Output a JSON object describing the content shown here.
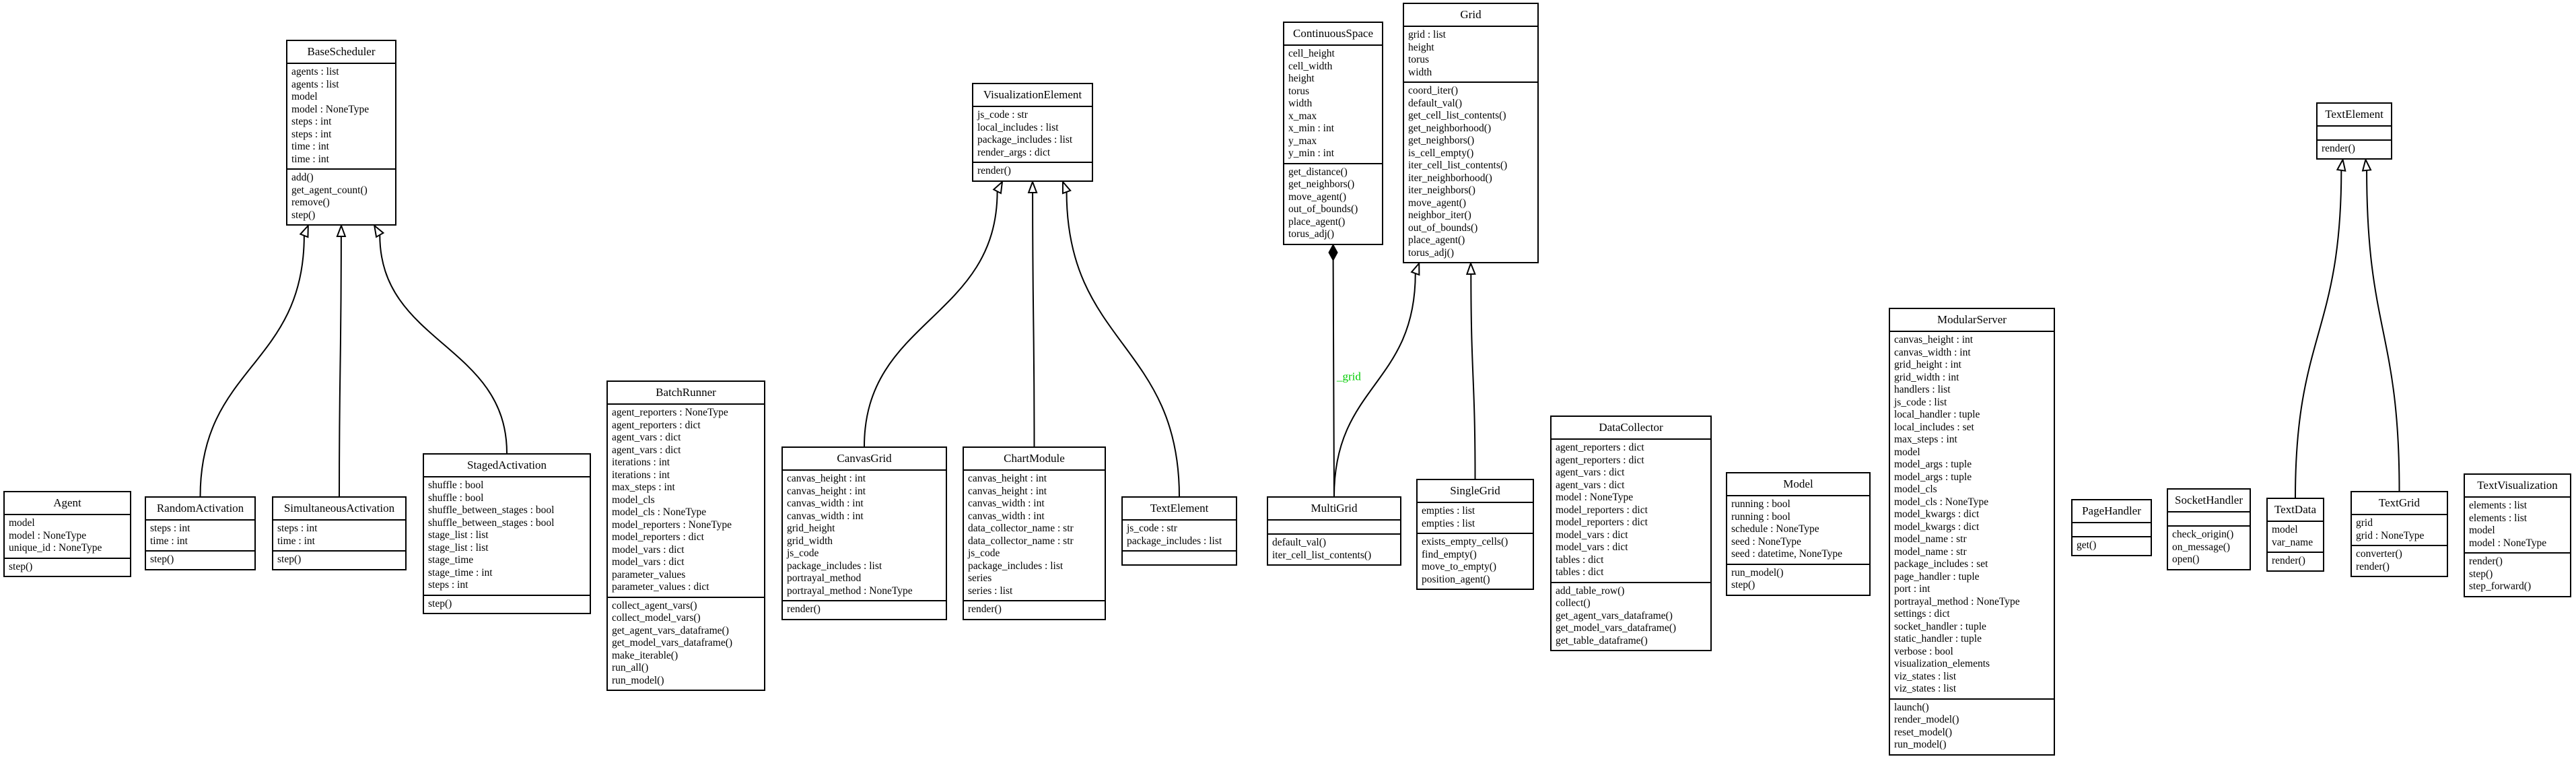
{
  "classes": [
    {
      "id": "BaseScheduler",
      "name": "BaseScheduler",
      "attributes": [
        "agents : list",
        "agents : list",
        "model",
        "model : NoneType",
        "steps : int",
        "steps : int",
        "time : int",
        "time : int"
      ],
      "methods": [
        "add()",
        "get_agent_count()",
        "remove()",
        "step()"
      ]
    },
    {
      "id": "Agent",
      "name": "Agent",
      "attributes": [
        "model",
        "model : NoneType",
        "unique_id : NoneType"
      ],
      "methods": [
        "step()"
      ]
    },
    {
      "id": "RandomActivation",
      "name": "RandomActivation",
      "attributes": [
        "steps : int",
        "time : int"
      ],
      "methods": [
        "step()"
      ]
    },
    {
      "id": "SimultaneousActivation",
      "name": "SimultaneousActivation",
      "attributes": [
        "steps : int",
        "time : int"
      ],
      "methods": [
        "step()"
      ]
    },
    {
      "id": "StagedActivation",
      "name": "StagedActivation",
      "attributes": [
        "shuffle : bool",
        "shuffle : bool",
        "shuffle_between_stages : bool",
        "shuffle_between_stages : bool",
        "stage_list : list",
        "stage_list : list",
        "stage_time",
        "stage_time : int",
        "steps : int"
      ],
      "methods": [
        "step()"
      ]
    },
    {
      "id": "BatchRunner",
      "name": "BatchRunner",
      "attributes": [
        "agent_reporters : NoneType",
        "agent_reporters : dict",
        "agent_vars : dict",
        "agent_vars : dict",
        "iterations : int",
        "iterations : int",
        "max_steps : int",
        "model_cls",
        "model_cls : NoneType",
        "model_reporters : NoneType",
        "model_reporters : dict",
        "model_vars : dict",
        "model_vars : dict",
        "parameter_values",
        "parameter_values : dict"
      ],
      "methods": [
        "collect_agent_vars()",
        "collect_model_vars()",
        "get_agent_vars_dataframe()",
        "get_model_vars_dataframe()",
        "make_iterable()",
        "run_all()",
        "run_model()"
      ]
    },
    {
      "id": "VisualizationElement",
      "name": "VisualizationElement",
      "attributes": [
        "js_code : str",
        "local_includes : list",
        "package_includes : list",
        "render_args : dict"
      ],
      "methods": [
        "render()"
      ]
    },
    {
      "id": "CanvasGrid",
      "name": "CanvasGrid",
      "attributes": [
        "canvas_height : int",
        "canvas_height : int",
        "canvas_width : int",
        "canvas_width : int",
        "grid_height",
        "grid_width",
        "js_code",
        "package_includes : list",
        "portrayal_method",
        "portrayal_method : NoneType"
      ],
      "methods": [
        "render()"
      ]
    },
    {
      "id": "ChartModule",
      "name": "ChartModule",
      "attributes": [
        "canvas_height : int",
        "canvas_height : int",
        "canvas_width : int",
        "canvas_width : int",
        "data_collector_name : str",
        "data_collector_name : str",
        "js_code",
        "package_includes : list",
        "series",
        "series : list"
      ],
      "methods": [
        "render()"
      ]
    },
    {
      "id": "TextElementViz",
      "name": "TextElement",
      "attributes": [
        "js_code : str",
        "package_includes : list"
      ],
      "methods": []
    },
    {
      "id": "ContinuousSpace",
      "name": "ContinuousSpace",
      "attributes": [
        "cell_height",
        "cell_width",
        "height",
        "torus",
        "width",
        "x_max",
        "x_min : int",
        "y_max",
        "y_min : int"
      ],
      "methods": [
        "get_distance()",
        "get_neighbors()",
        "move_agent()",
        "out_of_bounds()",
        "place_agent()",
        "torus_adj()"
      ]
    },
    {
      "id": "Grid",
      "name": "Grid",
      "attributes": [
        "grid : list",
        "height",
        "torus",
        "width"
      ],
      "methods": [
        "coord_iter()",
        "default_val()",
        "get_cell_list_contents()",
        "get_neighborhood()",
        "get_neighbors()",
        "is_cell_empty()",
        "iter_cell_list_contents()",
        "iter_neighborhood()",
        "iter_neighbors()",
        "move_agent()",
        "neighbor_iter()",
        "out_of_bounds()",
        "place_agent()",
        "torus_adj()"
      ]
    },
    {
      "id": "MultiGrid",
      "name": "MultiGrid",
      "attributes": [],
      "methods": [
        "default_val()",
        "iter_cell_list_contents()"
      ]
    },
    {
      "id": "SingleGrid",
      "name": "SingleGrid",
      "attributes": [
        "empties : list",
        "empties : list"
      ],
      "methods": [
        "exists_empty_cells()",
        "find_empty()",
        "move_to_empty()",
        "position_agent()"
      ]
    },
    {
      "id": "DataCollector",
      "name": "DataCollector",
      "attributes": [
        "agent_reporters : dict",
        "agent_reporters : dict",
        "agent_vars : dict",
        "agent_vars : dict",
        "model : NoneType",
        "model_reporters : dict",
        "model_reporters : dict",
        "model_vars : dict",
        "model_vars : dict",
        "tables : dict",
        "tables : dict"
      ],
      "methods": [
        "add_table_row()",
        "collect()",
        "get_agent_vars_dataframe()",
        "get_model_vars_dataframe()",
        "get_table_dataframe()"
      ]
    },
    {
      "id": "Model",
      "name": "Model",
      "attributes": [
        "running : bool",
        "running : bool",
        "schedule : NoneType",
        "seed : NoneType",
        "seed : datetime, NoneType"
      ],
      "methods": [
        "run_model()",
        "step()"
      ]
    },
    {
      "id": "ModularServer",
      "name": "ModularServer",
      "attributes": [
        "canvas_height : int",
        "canvas_width : int",
        "grid_height : int",
        "grid_width : int",
        "handlers : list",
        "js_code : list",
        "local_handler : tuple",
        "local_includes : set",
        "max_steps : int",
        "model",
        "model_args : tuple",
        "model_args : tuple",
        "model_cls",
        "model_cls : NoneType",
        "model_kwargs : dict",
        "model_kwargs : dict",
        "model_name : str",
        "model_name : str",
        "package_includes : set",
        "page_handler : tuple",
        "port : int",
        "portrayal_method : NoneType",
        "settings : dict",
        "socket_handler : tuple",
        "static_handler : tuple",
        "verbose : bool",
        "visualization_elements",
        "viz_states : list",
        "viz_states : list"
      ],
      "methods": [
        "launch()",
        "render_model()",
        "reset_model()",
        "run_model()"
      ]
    },
    {
      "id": "PageHandler",
      "name": "PageHandler",
      "attributes": [],
      "methods": [
        "get()"
      ]
    },
    {
      "id": "SocketHandler",
      "name": "SocketHandler",
      "attributes": [],
      "methods": [
        "check_origin()",
        "on_message()",
        "open()"
      ]
    },
    {
      "id": "TextElement",
      "name": "TextElement",
      "attributes": [],
      "methods": [
        "render()"
      ]
    },
    {
      "id": "TextData",
      "name": "TextData",
      "attributes": [
        "model",
        "var_name"
      ],
      "methods": [
        "render()"
      ]
    },
    {
      "id": "TextGrid",
      "name": "TextGrid",
      "attributes": [
        "grid",
        "grid : NoneType"
      ],
      "methods": [
        "converter()",
        "render()"
      ]
    },
    {
      "id": "TextVisualization",
      "name": "TextVisualization",
      "attributes": [
        "elements : list",
        "elements : list",
        "model",
        "model : NoneType"
      ],
      "methods": [
        "render()",
        "step()",
        "step_forward()"
      ]
    }
  ],
  "edges": [
    {
      "from": "RandomActivation",
      "to": "BaseScheduler",
      "type": "inheritance"
    },
    {
      "from": "SimultaneousActivation",
      "to": "BaseScheduler",
      "type": "inheritance"
    },
    {
      "from": "StagedActivation",
      "to": "BaseScheduler",
      "type": "inheritance"
    },
    {
      "from": "CanvasGrid",
      "to": "VisualizationElement",
      "type": "inheritance"
    },
    {
      "from": "ChartModule",
      "to": "VisualizationElement",
      "type": "inheritance"
    },
    {
      "from": "TextElementViz",
      "to": "VisualizationElement",
      "type": "inheritance"
    },
    {
      "from": "MultiGrid",
      "to": "Grid",
      "type": "inheritance"
    },
    {
      "from": "SingleGrid",
      "to": "Grid",
      "type": "inheritance"
    },
    {
      "from": "TextData",
      "to": "TextElement",
      "type": "inheritance"
    },
    {
      "from": "TextGrid",
      "to": "TextElement",
      "type": "inheritance"
    },
    {
      "from": "MultiGrid",
      "to": "ContinuousSpace",
      "type": "composition",
      "label": "_grid"
    }
  ],
  "colors": {
    "line": "#000000",
    "label": "#00cc00",
    "background": "#ffffff"
  }
}
